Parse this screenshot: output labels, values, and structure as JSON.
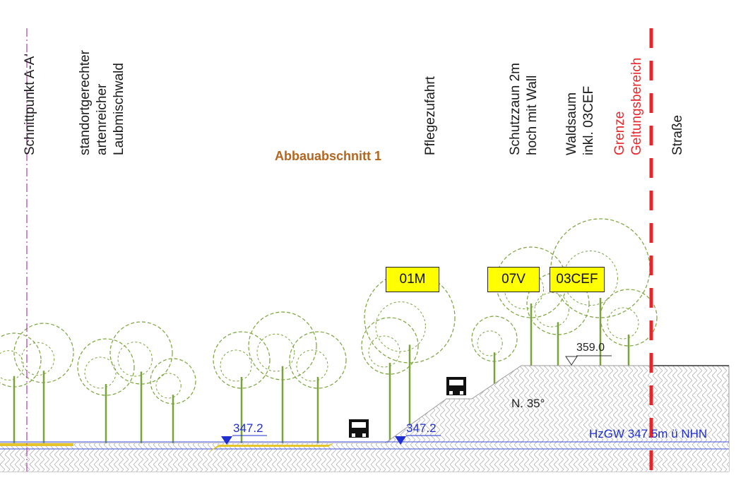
{
  "labels": {
    "section_point": "Schnittpunkt A-A'",
    "forest": "standortgerechter\nartenreicher\nLaubmischwald",
    "access": "Pflegezufahrt",
    "fence": "Schutzzaun 2m\nhoch mit Wall",
    "edge": "Waldsaum\ninkl. 03CEF",
    "boundary": "Grenze\nGeltungsbereich",
    "road": "Straße"
  },
  "header": "Abbauabschnitt 1",
  "tags": {
    "t1": "01M",
    "t2": "07V",
    "t3": "03CEF"
  },
  "levels": {
    "left": "347.2",
    "mid": "347.2",
    "top": "359.0"
  },
  "slope": "N. 35°",
  "groundwater": "HzGW 347.5m ü NHN",
  "colors": {
    "tree": "#7aa33a",
    "tag": "#ffff00",
    "boundary": "#e8262a",
    "blue": "#1f2fd0",
    "header": "#b5651d",
    "axis": "#b23ab2"
  }
}
